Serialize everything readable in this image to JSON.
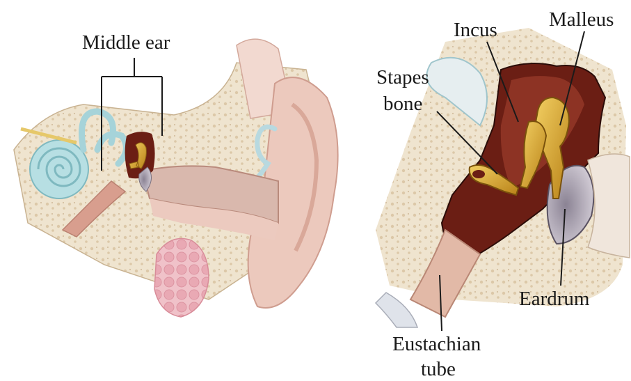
{
  "labels": {
    "middle_ear": "Middle ear",
    "incus": "Incus",
    "malleus": "Malleus",
    "stapes_line1": "Stapes",
    "stapes_line2": "bone",
    "eardrum": "Eardrum",
    "eustachian_line1": "Eustachian",
    "eustachian_line2": "tube"
  },
  "colors": {
    "skin": "#e8c0b4",
    "skin_light": "#f2d9d0",
    "bone": "#efe4cf",
    "bone_texture": "#dcc8a8",
    "cochlea": "#b7dfe3",
    "ossicle": "#d9a93c",
    "cavity": "#6b1e14",
    "gland": "#e9a9b4",
    "canal": "#d9b8ad",
    "eardrum": "#bcb3bf",
    "tube": "#e2b9a7"
  }
}
